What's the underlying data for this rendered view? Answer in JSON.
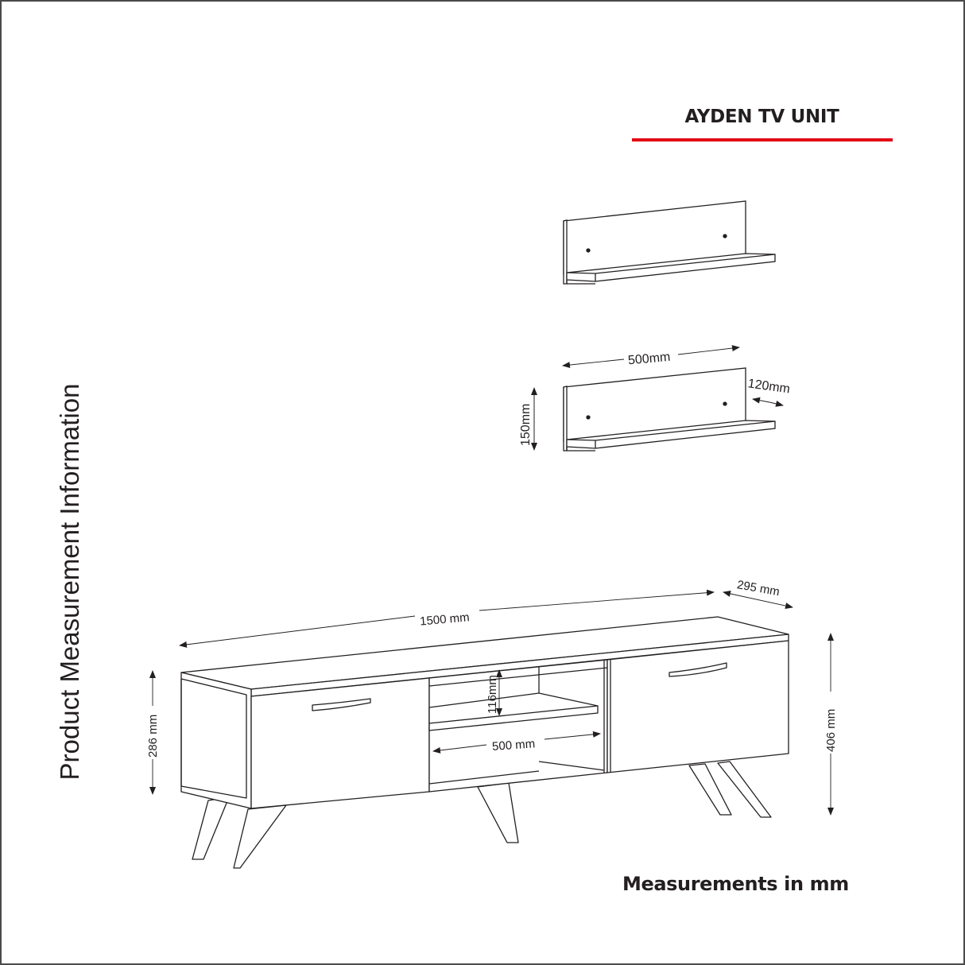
{
  "header": {
    "title": "AYDEN TV UNIT",
    "accent_color": "#e30613"
  },
  "side_label": "Product Measurement Information",
  "footer_note": "Measurements in mm",
  "wall_shelf": {
    "count": 2,
    "dimensions": {
      "width": "500mm",
      "depth": "120mm",
      "height": "150mm"
    }
  },
  "tv_unit": {
    "dimensions": {
      "width": "1500 mm",
      "depth": "295 mm",
      "total_height": "406 mm",
      "body_height": "286 mm",
      "inner_shelf_width": "500 mm",
      "inner_shelf_gap": "116mm"
    },
    "doors": 2,
    "legs": 4
  },
  "colors": {
    "line": "#231f20",
    "background": "#ffffff",
    "border": "#4a4a4a"
  }
}
